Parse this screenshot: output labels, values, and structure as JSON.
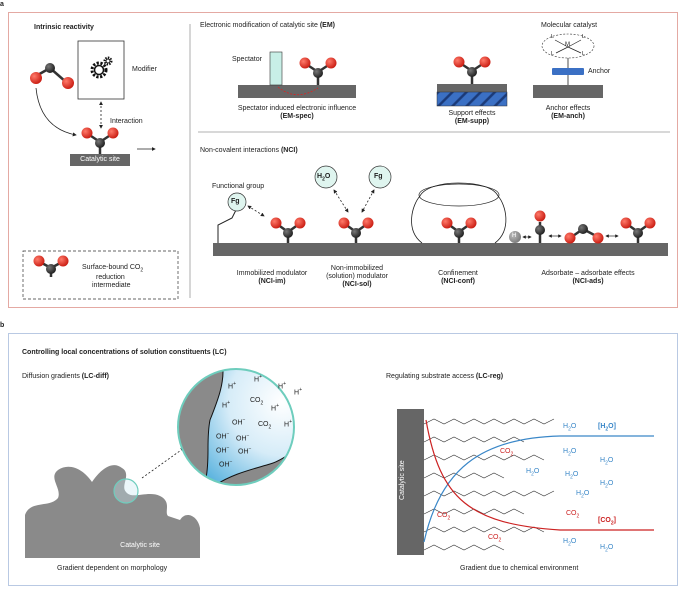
{
  "panels": {
    "a": "a",
    "b": "b"
  },
  "intrinsic": {
    "title": "Intrinsic reactivity",
    "modifier": "Modifier",
    "interaction": "Interaction",
    "catalytic_site": "Catalytic site"
  },
  "em": {
    "title": "Electronic modification of catalytic site ",
    "title_code": "(EM)",
    "spectator": "Spectator",
    "molecular_catalyst": "Molecular catalyst",
    "anchor": "Anchor",
    "spec_label": "Spectator induced electronic influence",
    "spec_code": "(EM-spec)",
    "supp_label": "Support effects",
    "supp_code": "(EM-supp)",
    "anch_label": "Anchor effects",
    "anch_code": "(EM-anch)",
    "metal": "M",
    "ligand": "L"
  },
  "nci": {
    "title": "Non-covalent interactions ",
    "title_code": "(NCI)",
    "functional_group": "Functional group",
    "fg": "Fg",
    "h2o_h": "H",
    "h2o_sub": "2",
    "h2o_o": "O",
    "h": "H",
    "im_label": "Immobilized modulator",
    "im_code": "(NCI-im)",
    "sol_label1": "Non-immobilized",
    "sol_label2": "(solution) modulator",
    "sol_code": "(NCI-sol)",
    "conf_label": "Confinement",
    "conf_code": "(NCI-conf)",
    "ads_label": "Adsorbate – adsorbate effects",
    "ads_code": "(NCI-ads)"
  },
  "legend": {
    "line1": "Surface-bound CO",
    "line1_sub": "2",
    "line2": "reduction",
    "line3": "intermediate"
  },
  "lc": {
    "title": "Controlling local concentrations of solution constituents (LC)",
    "diff_title": "Diffusion gradients ",
    "diff_code": "(LC-diff)",
    "reg_title": "Regulating substrate access ",
    "reg_code": "(LC-reg)",
    "catalytic_site": "Catalytic site",
    "morph_caption": "Gradient dependent on  morphology",
    "chem_caption": "Gradient due to chemical environment",
    "h_plus": "H",
    "plus": "+",
    "oh": "OH",
    "minus": "−",
    "co": "CO",
    "sub2": "2",
    "h2o_h": "H",
    "h2o_o": "O",
    "h2o_bracket": "[H",
    "h2o_bracket_end": "O]",
    "co2_bracket": "[CO",
    "co2_bracket_end": "]"
  },
  "colors": {
    "oxygen": "#e32419",
    "carbon": "#333333",
    "surface": "#666666",
    "fg_fill": "#dff5ef",
    "support_blue": "#3b70c4",
    "h2o_line": "#3a87c8",
    "co2_line": "#cc2222",
    "panel_a_border": "#e4a9a3",
    "panel_b_border": "#b9c9e3"
  }
}
